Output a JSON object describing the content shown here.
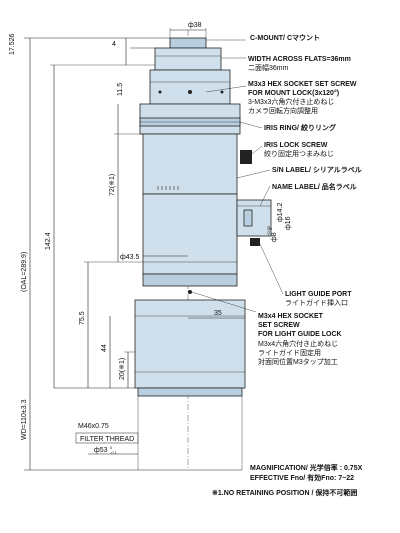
{
  "labels": {
    "c_mount": "C-MOUNT/ Cマウント",
    "width_flats": "WIDTH ACROSS FLATS=36mm",
    "width_flats_jp": "二面幅36mm",
    "hex_screw_1": "M3x3 HEX SOCKET SET SCREW",
    "hex_screw_2": "FOR MOUNT LOCK(3x120°)",
    "hex_screw_jp1": "3-M3x3六角穴付き止めねじ",
    "hex_screw_jp2": "カメラ回転方向調整用",
    "iris_ring": "IRIS RING/ 絞りリング",
    "iris_lock": "IRIS LOCK SCREW",
    "iris_lock_jp": "絞り固定用つまみねじ",
    "sn_label": "S/N LABEL/ シリアルラベル",
    "name_label": "NAME LABEL/ 品名ラベル",
    "light_port": "LIGHT GUIDE PORT",
    "light_port_jp": "ライトガイド挿入口",
    "lg_screw_1": "M3x4 HEX SOCKET",
    "lg_screw_2": "SET SCREW",
    "lg_screw_3": "FOR LIGHT GUIDE LOCK",
    "lg_screw_jp1": "M3x4六角穴付き止めねじ",
    "lg_screw_jp2": "ライトガイド固定用",
    "lg_screw_jp3": "対面同位置M3タップ加工",
    "magnification": "MAGNIFICATION/ 光学倍率 : 0.75X",
    "effective_fno": "EFFECTIVE Fno/ 有効Fno: 7~22",
    "note": "※1.NO RETAINING POSITION / 保持不可範囲",
    "filter_thread": "FILTER THREAD",
    "filter_size": "M46x0.75"
  },
  "dims": {
    "d38": "ф38",
    "d4": "4",
    "d11_5": "11.5",
    "d17_526": "17.526",
    "d72": "72(※1)",
    "d142_4": "142.4",
    "oal": "(OAL=289.9)",
    "d43_5": "ф43.5",
    "d75_5": "75.5",
    "d44": "44",
    "d20": "20(※1)",
    "d35": "35",
    "wd": "WD=110±3.3",
    "d53": "ф53",
    "d53_tol": "-0.1",
    "d53_tol0": "0",
    "d14_2": "ф14.2",
    "d16": "ф16",
    "d8": "ф8",
    "d8_tol": "+0.05",
    "d8_tol0": "0"
  }
}
